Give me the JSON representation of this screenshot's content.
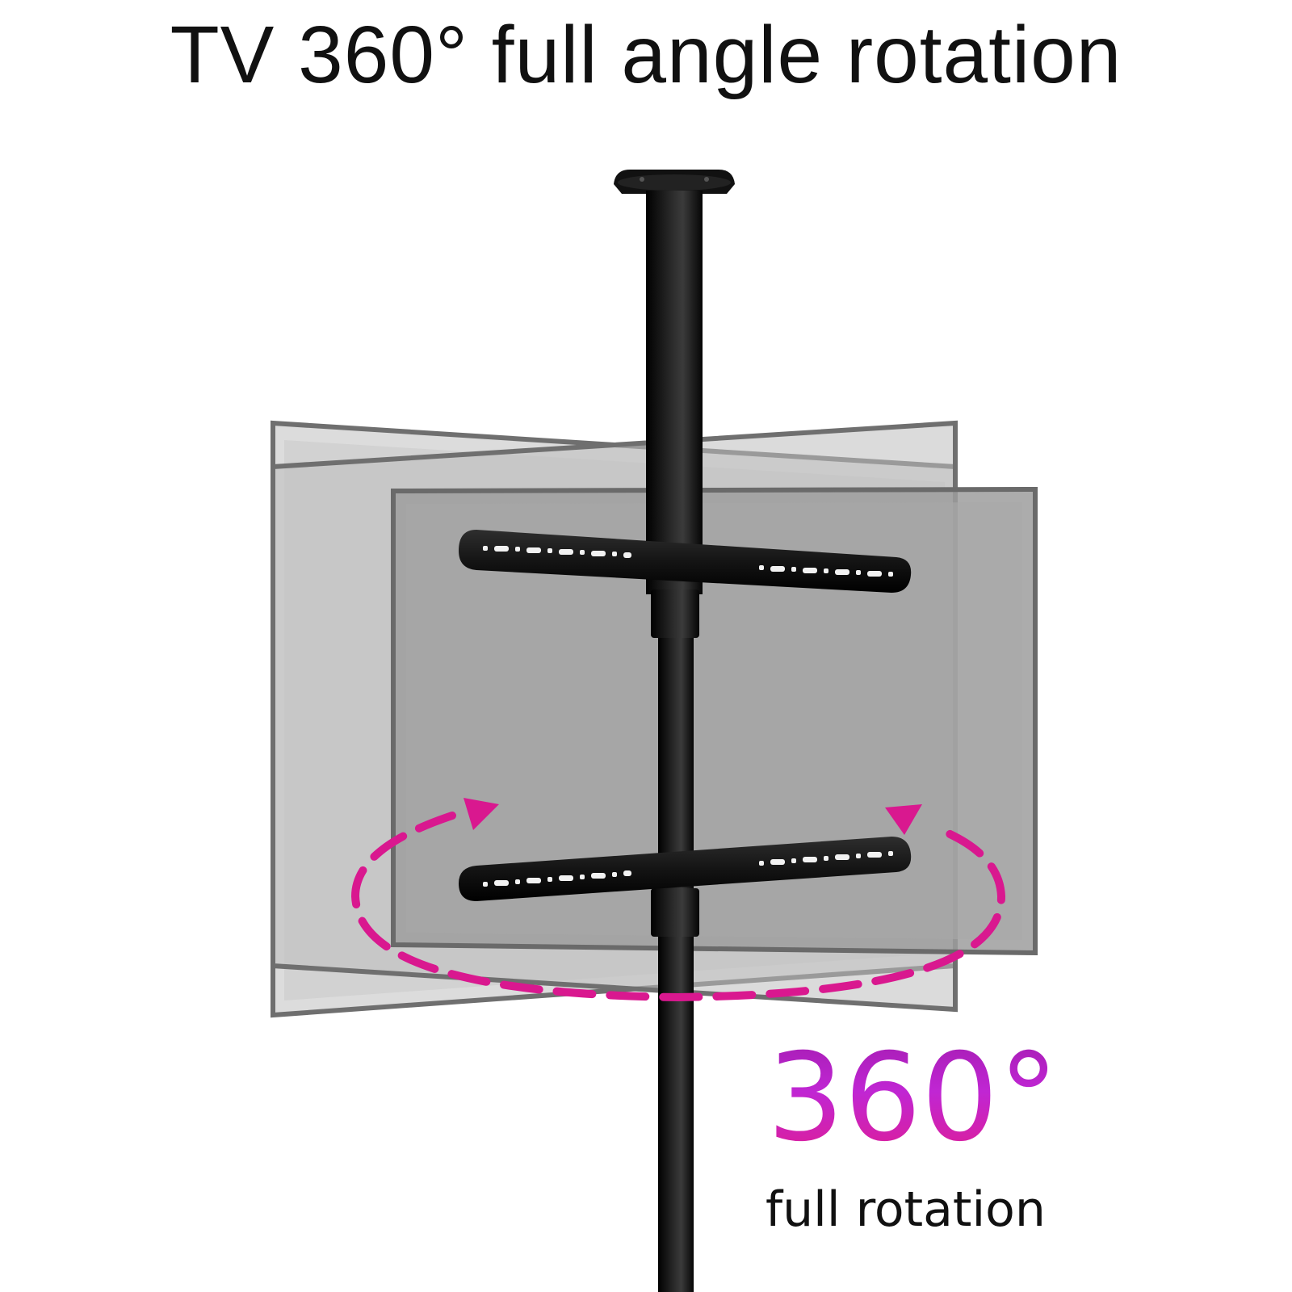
{
  "headline": "TV 360° full angle rotation",
  "badge": {
    "value": "360°",
    "caption": "full rotation"
  },
  "colors": {
    "pole": "#111111",
    "panel_light": "#d9d9d9",
    "panel_dark": "#9e9e9e",
    "arrow": "#d9188f",
    "badge_gradient_top": "#a21caf",
    "badge_gradient_bottom": "#e11d8f"
  }
}
